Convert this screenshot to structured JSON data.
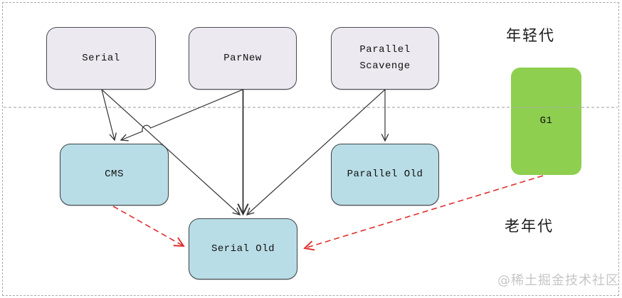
{
  "diagram": {
    "title_context": "JVM garbage collector combinations",
    "regions": {
      "young_label": "年轻代",
      "old_label": "老年代"
    },
    "nodes": {
      "serial": {
        "label": "Serial",
        "generation": "young"
      },
      "parnew": {
        "label": "ParNew",
        "generation": "young"
      },
      "parallel_scavenge": {
        "line1": "Parallel",
        "line2": "Scavenge",
        "generation": "young"
      },
      "cms": {
        "label": "CMS",
        "generation": "old"
      },
      "parallel_old": {
        "label": "Parallel Old",
        "generation": "old"
      },
      "serial_old": {
        "label": "Serial Old",
        "generation": "old"
      },
      "g1": {
        "label": "G1",
        "generation": "both"
      }
    },
    "edges": {
      "solid_arrows": [
        {
          "from": "Serial",
          "to": "CMS"
        },
        {
          "from": "Serial",
          "to": "Serial Old"
        },
        {
          "from": "ParNew",
          "to": "CMS"
        },
        {
          "from": "ParNew",
          "to": "Serial Old"
        },
        {
          "from": "Parallel Scavenge",
          "to": "Parallel Old"
        },
        {
          "from": "Parallel Scavenge",
          "to": "Serial Old"
        }
      ],
      "red_dashed_arrows": [
        {
          "from": "CMS",
          "to": "Serial Old"
        },
        {
          "from": "G1",
          "to": "Serial Old"
        }
      ]
    },
    "colors": {
      "young_node_fill": "#eceaf0",
      "old_node_fill": "#b9dde6",
      "g1_fill": "#8ecf4f",
      "node_border": "#4c4c54",
      "solid_arrow": "#333333",
      "red_dashed_arrow": "#e02e2e",
      "separator_line": "#b0b0b0",
      "outer_border": "#a9a9a9",
      "watermark_color": "#c6c6c6"
    },
    "watermark": {
      "text": "@稀土掘金技术社区"
    }
  }
}
